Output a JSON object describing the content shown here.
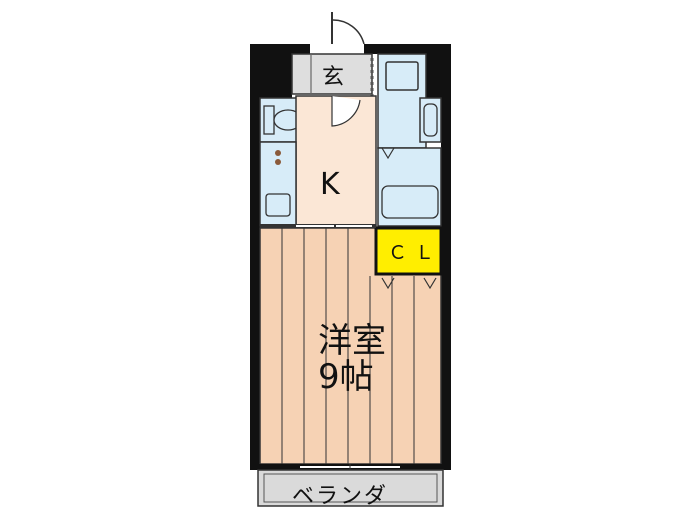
{
  "plan": {
    "rooms": {
      "genkan": "玄",
      "kitchen": "K",
      "closet": "ＣＬ",
      "main_room_name": "洋室",
      "main_room_size": "9帖",
      "veranda": "ベランダ"
    },
    "colors": {
      "wall": "#111111",
      "floor_wood": "#f6d2b4",
      "kitchen_floor": "#fbe7d6",
      "wet_area": "#d7ecf8",
      "genkan": "#dedede",
      "closet": "#ffee00",
      "veranda": "#dadada"
    }
  }
}
